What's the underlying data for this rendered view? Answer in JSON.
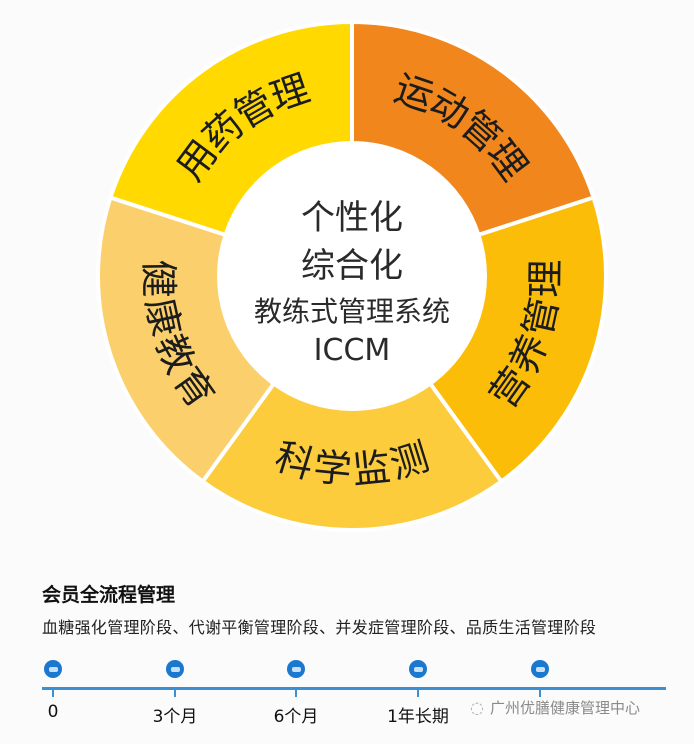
{
  "diagram": {
    "center": {
      "lines": [
        "个性化",
        "综合化",
        "教练式管理系统",
        "ICCM"
      ]
    },
    "segments": [
      {
        "label": "运动管理",
        "color": "#f0861c"
      },
      {
        "label": "营养管理",
        "color": "#fbbd08"
      },
      {
        "label": "科学监测",
        "color": "#fccc3c"
      },
      {
        "label": "健康教育",
        "color": "#fbd06c"
      },
      {
        "label": "用药管理",
        "color": "#ffd900"
      }
    ]
  },
  "process": {
    "title": "会员全流程管理",
    "stages": "血糖强化管理阶段、代谢平衡管理阶段、并发症管理阶段、品质生活管理阶段"
  },
  "timeline": {
    "line_color": "#3d8fd4",
    "dot_color": "#1b78cf",
    "points": [
      {
        "label": "0"
      },
      {
        "label": "3个月"
      },
      {
        "label": "6个月"
      },
      {
        "label": "1年长期"
      },
      {
        "label": ""
      }
    ]
  },
  "watermark": {
    "icon": "wechat-icon",
    "text": "广州优膳健康管理中心"
  }
}
